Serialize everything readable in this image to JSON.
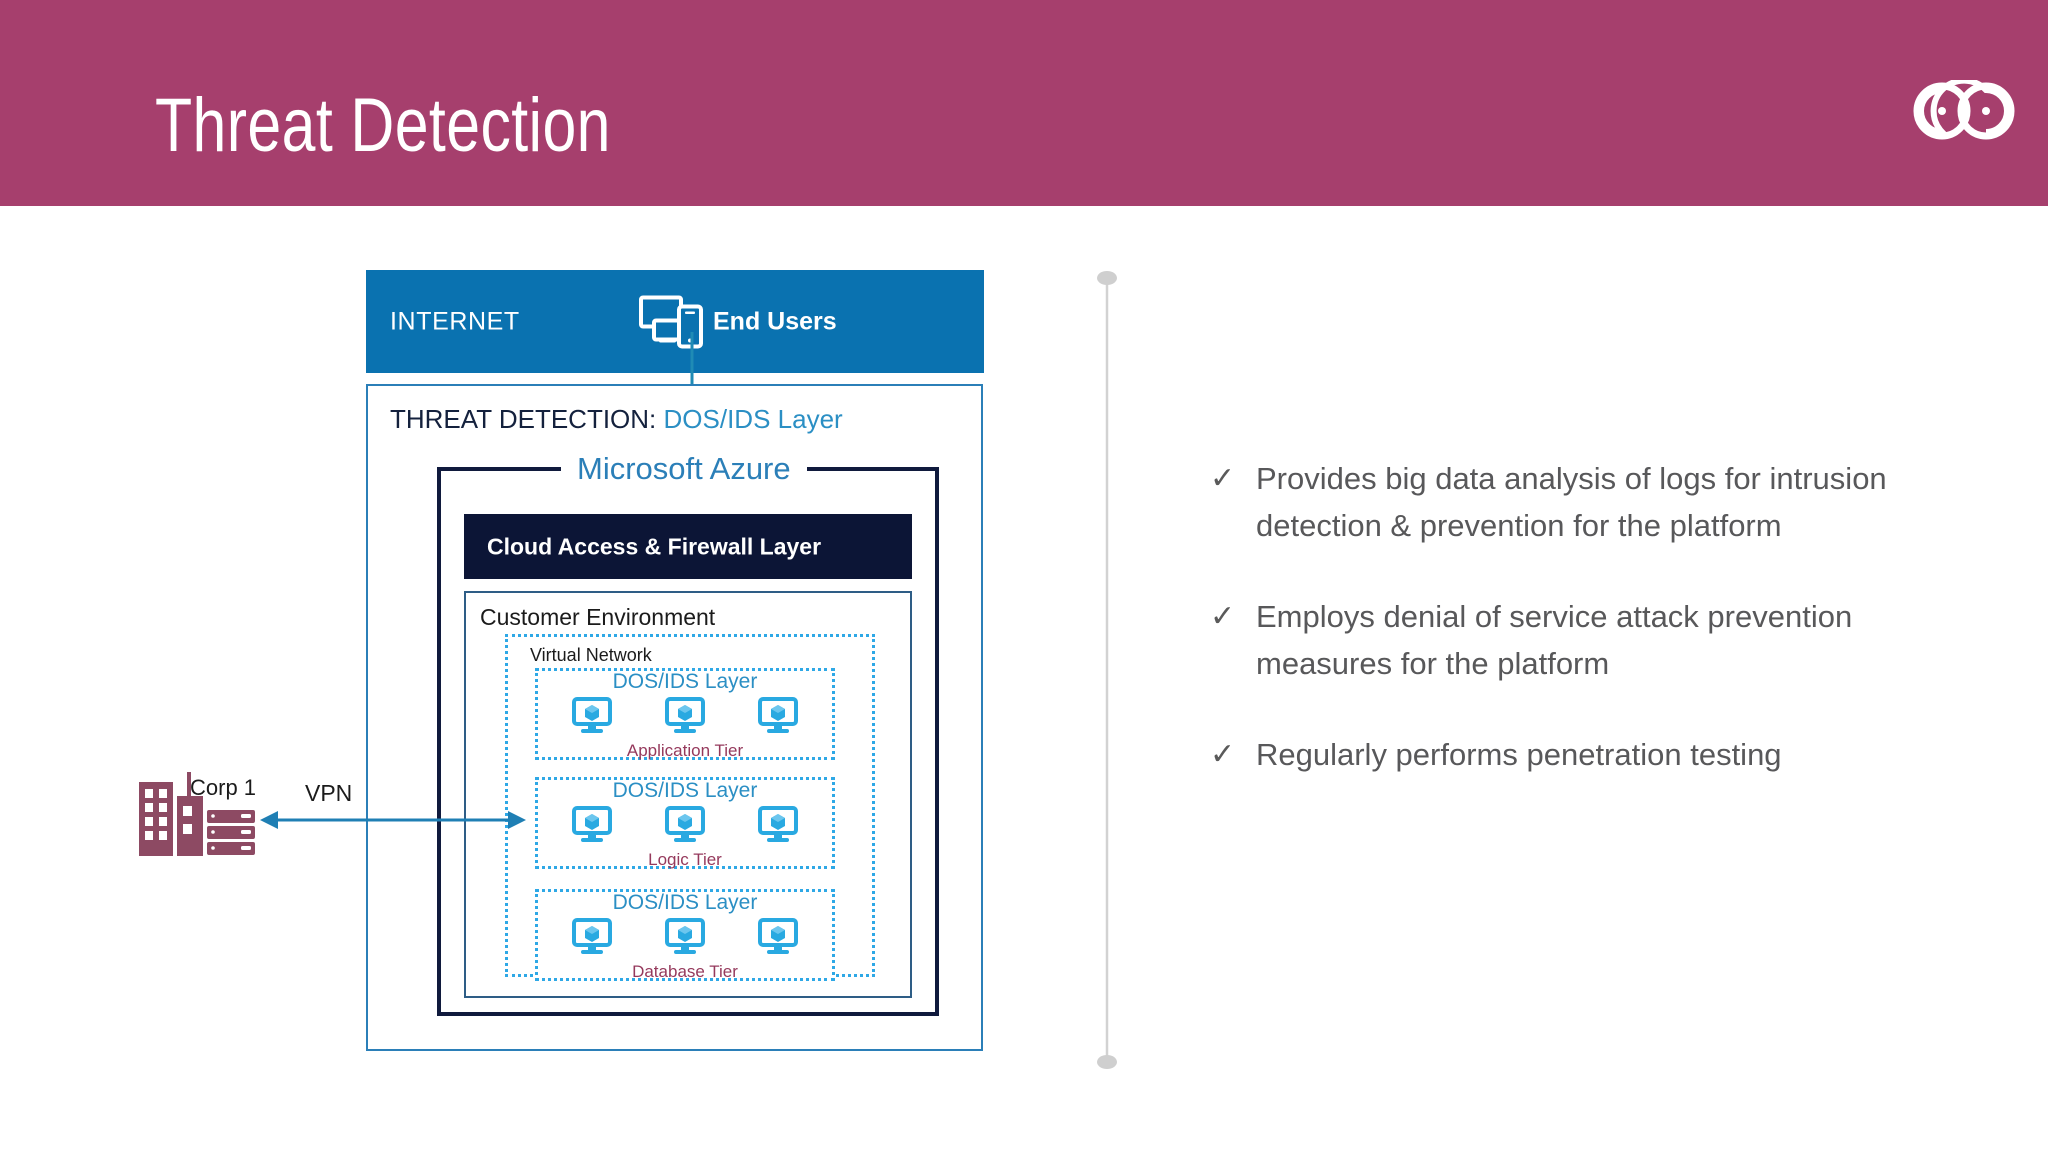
{
  "header": {
    "title": "Threat Detection",
    "bar_color": "#a63f6d",
    "logo_name": "infinity-loops-logo"
  },
  "diagram": {
    "internet": {
      "label": "INTERNET",
      "bar_color": "#0a72b0",
      "end_users_label": "End Users",
      "end_users_icon": "devices-icon"
    },
    "threat_detection": {
      "prefix": "THREAT DETECTION:",
      "layer": "DOS/IDS Layer",
      "border_color": "#2b7fb8"
    },
    "azure": {
      "title": "Microsoft Azure",
      "frame_color": "#101a3d",
      "title_color": "#2b7fb8"
    },
    "firewall": {
      "label": "Cloud Access & Firewall Layer",
      "bar_color": "#0c1536"
    },
    "customer_environment": {
      "label": "Customer Environment"
    },
    "virtual_network": {
      "label": "Virtual Network",
      "dotted_color": "#2ea8e6"
    },
    "tiers": [
      {
        "dos_label": "DOS/IDS Layer",
        "name": "Application Tier",
        "vm_count": 3
      },
      {
        "dos_label": "DOS/IDS Layer",
        "name": "Logic Tier",
        "vm_count": 3
      },
      {
        "dos_label": "DOS/IDS Layer",
        "name": "Database Tier",
        "vm_count": 3
      }
    ],
    "corp": {
      "label": "Corp 1",
      "icon": "office-building-server-icon",
      "icon_color": "#8d4a63"
    },
    "vpn": {
      "label": "VPN",
      "arrow_color": "#1f7fb4"
    },
    "tier_name_color": "#95395c",
    "vm_icon": "monitor-vm-icon"
  },
  "bullets": [
    {
      "marker": "✓",
      "text": "Provides big data analysis of logs for intrusion detection & prevention for the platform"
    },
    {
      "marker": "✓",
      "text": "Employs denial of service attack prevention measures for the platform"
    },
    {
      "marker": "✓",
      "text": "Regularly performs penetration testing"
    }
  ]
}
